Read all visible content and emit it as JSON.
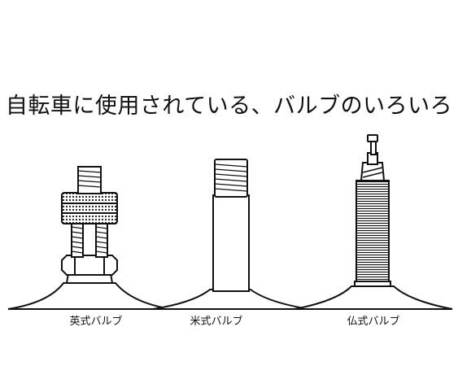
{
  "title": "自転車に使用されている、バルブのいろいろ",
  "valves": [
    {
      "label": "英式バルブ",
      "icon": "english-valve"
    },
    {
      "label": "米式バルブ",
      "icon": "american-valve"
    },
    {
      "label": "仏式バルブ",
      "icon": "french-valve"
    }
  ],
  "colors": {
    "line": "#111111",
    "background": "#ffffff"
  }
}
